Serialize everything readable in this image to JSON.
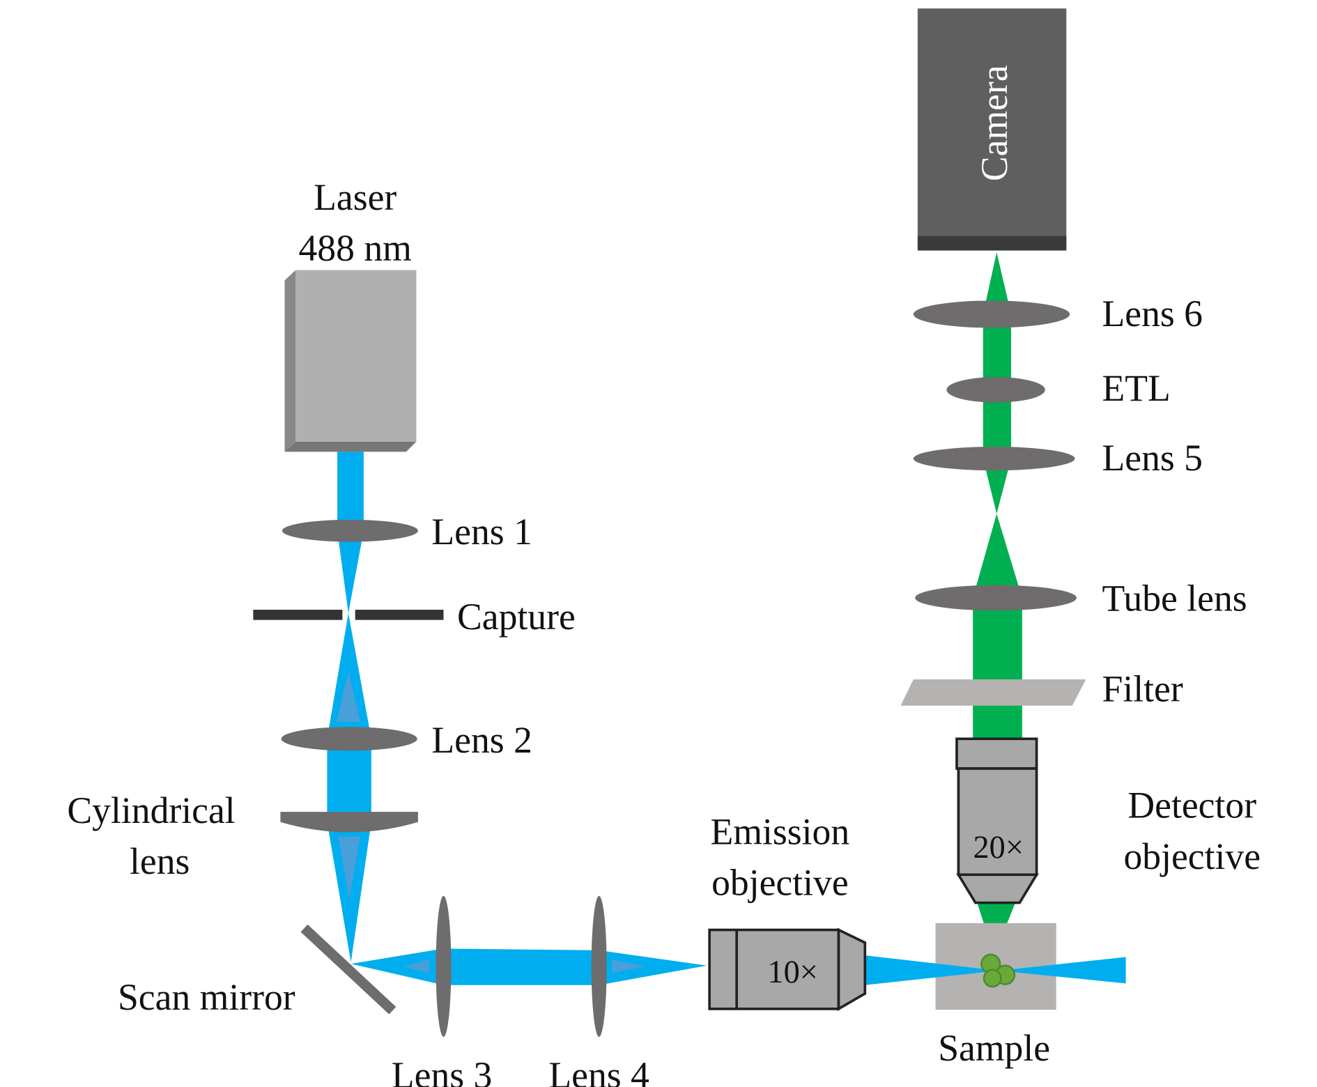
{
  "labels": {
    "laser": "Laser",
    "wavelength": "488 nm",
    "lens1": "Lens 1",
    "capture": "Capture",
    "lens2": "Lens 2",
    "cylindrical_1": "Cylindrical",
    "cylindrical_2": "lens",
    "scan_mirror": "Scan mirror",
    "lens3": "Lens 3",
    "lens4": "Lens 4",
    "emission_1": "Emission",
    "emission_2": "objective",
    "emission_mag": "10×",
    "sample": "Sample",
    "detector_1": "Detector",
    "detector_2": "objective",
    "detector_mag": "20×",
    "filter": "Filter",
    "tube_lens": "Tube lens",
    "lens5": "Lens 5",
    "etl": "ETL",
    "lens6": "Lens 6",
    "camera": "Camera"
  },
  "colors": {
    "excitation_beam": "#00aeef",
    "emission_beam": "#00b050",
    "lens": "#6e6c6c",
    "camera": "#5f5f5f",
    "laser": "#b0b0b0",
    "sample_cells": "#6aa83a"
  }
}
